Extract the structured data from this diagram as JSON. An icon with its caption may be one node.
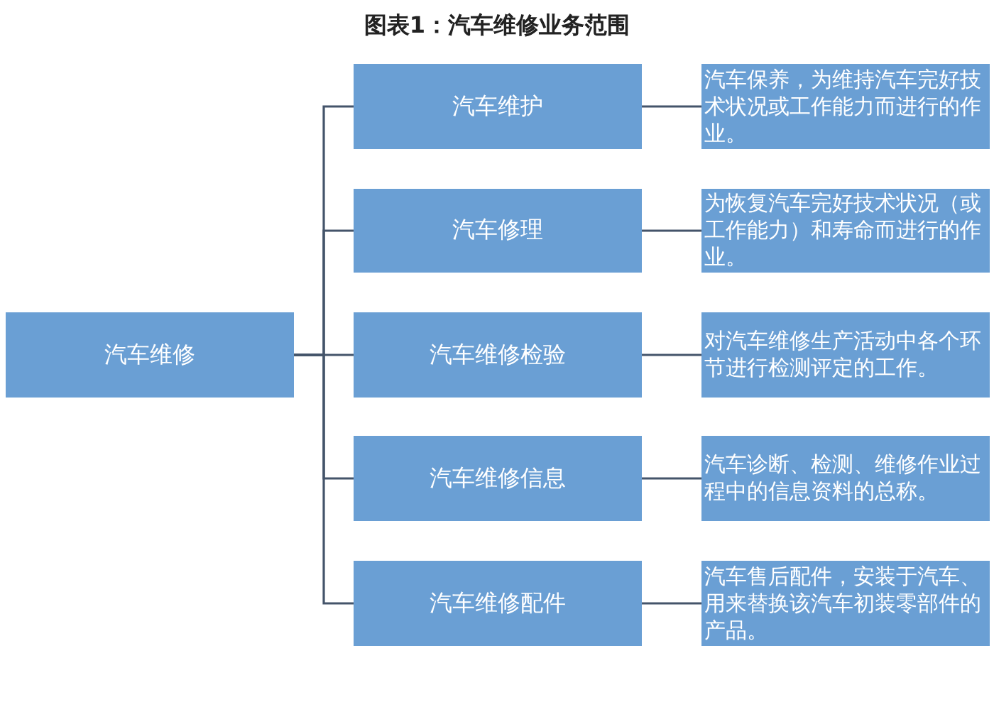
{
  "diagram": {
    "title": "图表1：汽车维修业务范围",
    "nodes": [
      {
        "text": [
          "汽车维修"
        ]
      },
      {
        "text": [
          "汽车维护"
        ]
      },
      {
        "text": [
          "汽车修理"
        ]
      },
      {
        "text": [
          "汽车维修检验"
        ]
      },
      {
        "text": [
          "汽车维修信息"
        ]
      },
      {
        "text": [
          "汽车维修配件"
        ]
      },
      {
        "text": [
          "汽车保养，为维持汽车完好技术状况或工作能力而进行的作业。"
        ]
      },
      {
        "text": [
          "为恢复汽车完好技术状况（或工作能力）和寿命而进行的作业。"
        ]
      },
      {
        "text": [
          "对汽车维修生产活动中各个环节进行检测评定的工作。"
        ]
      },
      {
        "text": [
          "汽车诊断、检测、维修作业过程中的信息资料的总称。"
        ]
      },
      {
        "text": [
          "汽车售后配件，安装于汽车、用来替换该汽车初装零部件的产品。"
        ]
      }
    ],
    "edges": [
      {
        "from": 0,
        "to": 1,
        "arrow": "none"
      },
      {
        "from": 0,
        "to": 2,
        "arrow": "none"
      },
      {
        "from": 0,
        "to": 3,
        "arrow": "none"
      },
      {
        "from": 0,
        "to": 4,
        "arrow": "none"
      },
      {
        "from": 0,
        "to": 5,
        "arrow": "none"
      },
      {
        "from": 1,
        "to": 6,
        "arrow": "none"
      },
      {
        "from": 2,
        "to": 7,
        "arrow": "none"
      },
      {
        "from": 3,
        "to": 8,
        "arrow": "none"
      },
      {
        "from": 4,
        "to": 9,
        "arrow": "none"
      },
      {
        "from": 5,
        "to": 10,
        "arrow": "none"
      }
    ]
  }
}
